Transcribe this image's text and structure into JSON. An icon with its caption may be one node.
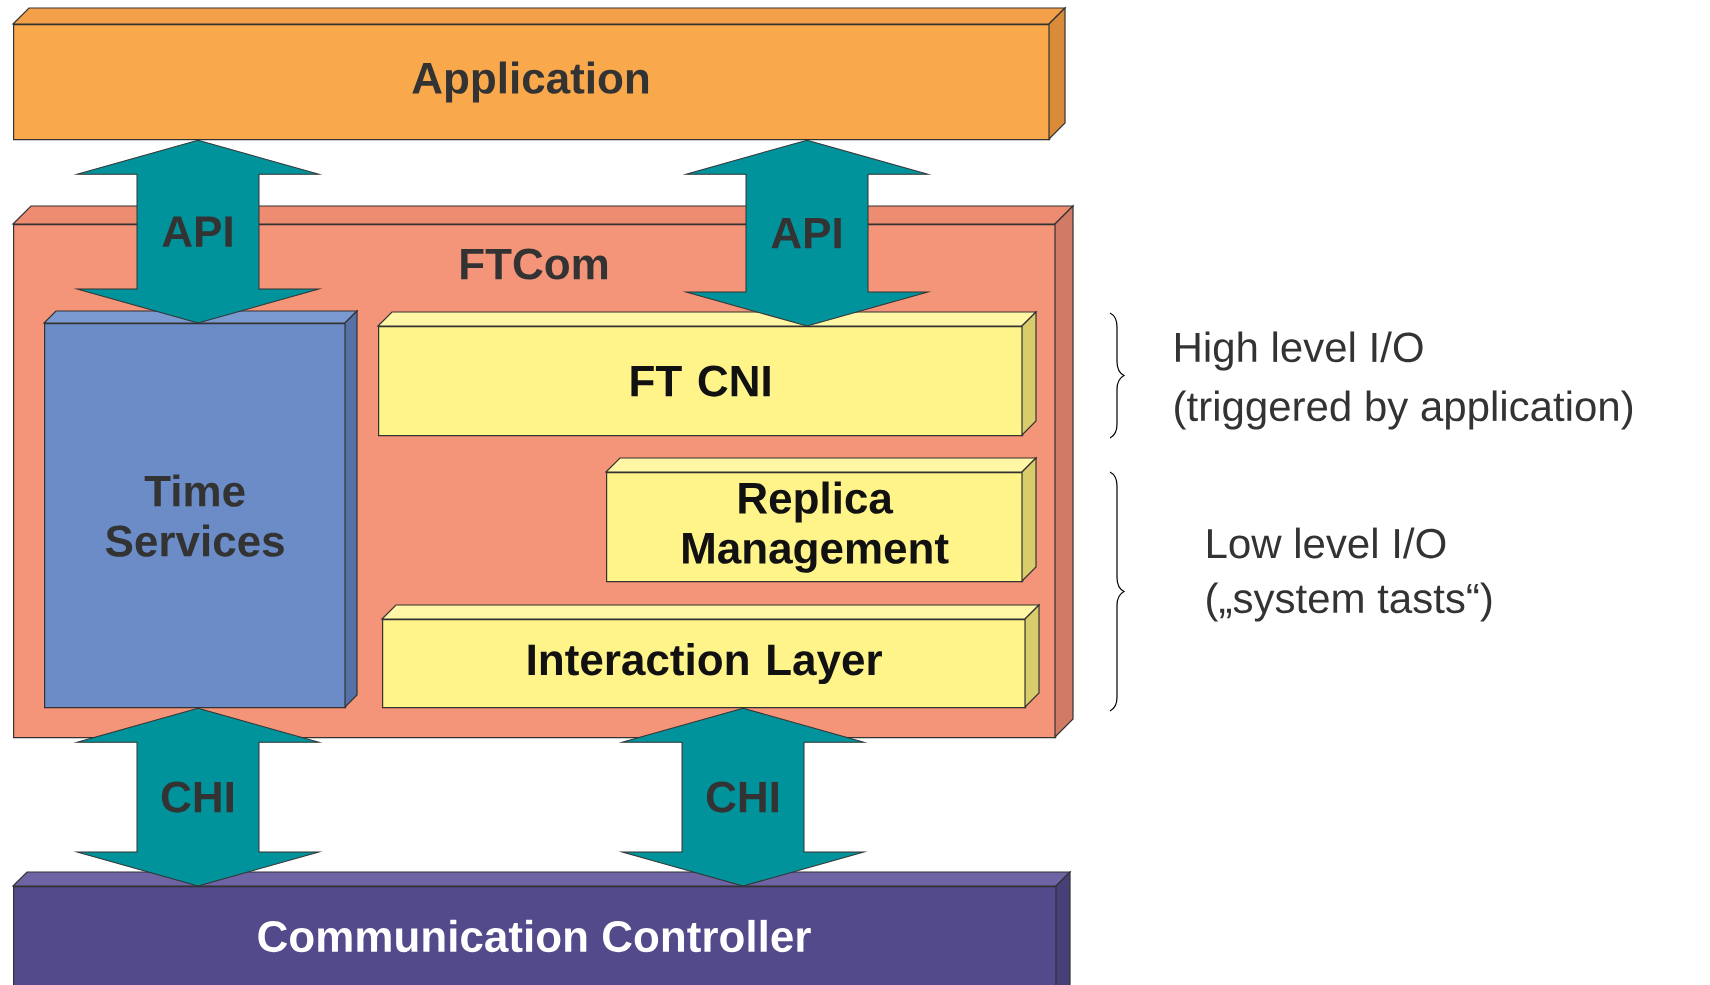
{
  "diagram": {
    "nodes": [
      {
        "text": [
          "Application"
        ]
      },
      {
        "text": [
          "FTCom"
        ]
      },
      {
        "text": [
          "Time Services"
        ],
        "in": 1
      },
      {
        "text": [
          "FT CNI"
        ],
        "in": 1
      },
      {
        "text": [
          "Replica Management"
        ],
        "in": 1
      },
      {
        "text": [
          "Interaction Layer"
        ],
        "in": 1
      },
      {
        "text": [
          "Communication Controller"
        ]
      }
    ],
    "edges": [
      {
        "from": 0,
        "to": 2,
        "arrow": "both",
        "label": "API"
      },
      {
        "from": 0,
        "to": 3,
        "arrow": "both",
        "label": "API"
      },
      {
        "from": 2,
        "to": 6,
        "arrow": "both",
        "label": "CHI"
      },
      {
        "from": 5,
        "to": 6,
        "arrow": "both",
        "label": "CHI"
      }
    ],
    "labels": [
      "High level I/O",
      "(triggered by application)",
      "Low level I/O",
      "(„system tasts“)"
    ]
  }
}
